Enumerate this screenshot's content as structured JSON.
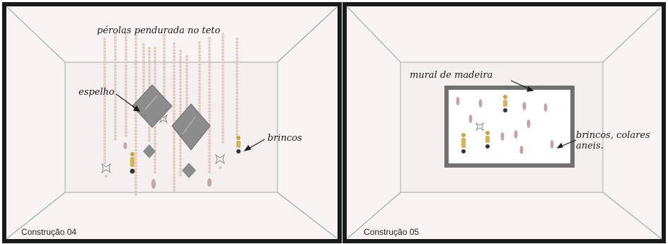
{
  "panels": [
    {
      "caption": "Construção 04",
      "labels": {
        "title": "pérolas pendurada no teto",
        "mirror": "espelho",
        "earrings": "brincos"
      }
    },
    {
      "caption": "Construção 05",
      "labels": {
        "mural": "mural de madeira",
        "jewelry": "brincos, colares\naneis."
      }
    }
  ],
  "colors": {
    "frame": "#1a1a1a",
    "room_lines": "#a8a8a8",
    "floor": "#f4f0ef",
    "pearl": "#e8cfc2",
    "mirror": "#8c8c8c",
    "gold": "#c9a24a",
    "pink_drop": "#c8a2a6",
    "mural_border": "#707070"
  },
  "icons": [
    "pearl-strand",
    "diamond-mirror",
    "gold-earring",
    "bow-earring",
    "pink-drop-earring",
    "annotation-arrow"
  ]
}
